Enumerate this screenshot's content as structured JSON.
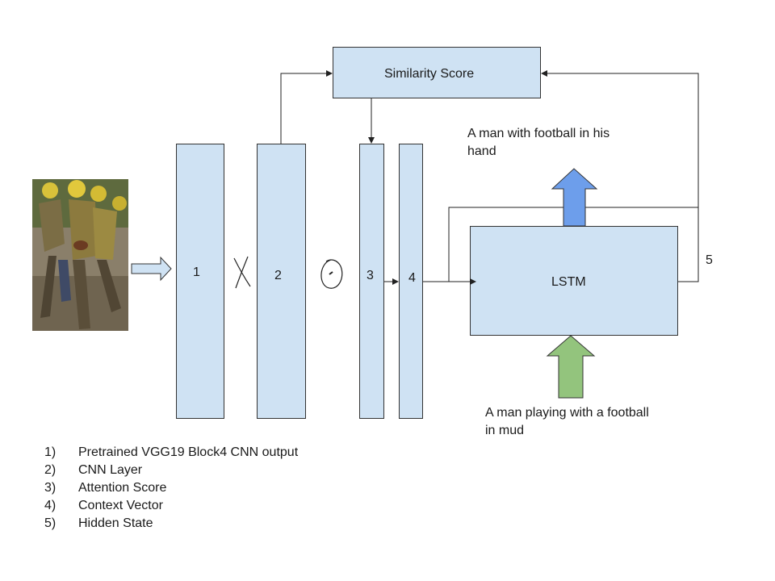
{
  "blocks": {
    "b1": "1",
    "b2": "2",
    "b3": "3",
    "b4": "4",
    "similarity": "Similarity Score",
    "lstm": "LSTM",
    "hidden_state_num": "5"
  },
  "captions": {
    "output_line1": "A man with football in his",
    "output_line2": "hand",
    "input_line1": "A man playing with a football",
    "input_line2": "in mud"
  },
  "legend": [
    {
      "num": "1)",
      "text": "Pretrained VGG19 Block4 CNN output"
    },
    {
      "num": "2)",
      "text": "CNN Layer"
    },
    {
      "num": "3)",
      "text": "Attention Score"
    },
    {
      "num": "4)",
      "text": "Context Vector"
    },
    {
      "num": "5)",
      "text": "Hidden State"
    }
  ],
  "colors": {
    "box_fill": "#cfe2f3",
    "output_arrow": "#6d9eeb",
    "input_arrow": "#93c47d"
  },
  "icons": {
    "input_image": "football-players-in-mud-photo",
    "multiply_symbol": "handwritten-x-icon",
    "dot_product_symbol": "handwritten-circled-dot-icon"
  }
}
